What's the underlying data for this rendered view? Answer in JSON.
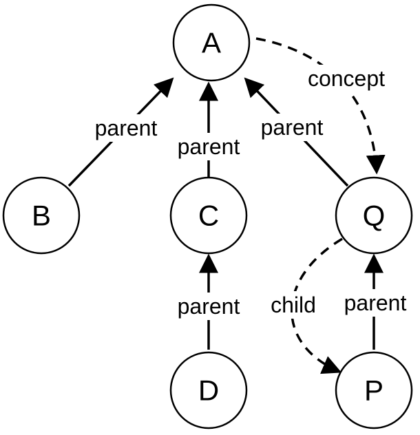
{
  "nodes": {
    "a": "A",
    "b": "B",
    "c": "C",
    "d": "D",
    "q": "Q",
    "p": "P"
  },
  "edges": {
    "b_a": "parent",
    "c_a": "parent",
    "q_a": "parent",
    "d_c": "parent",
    "p_q": "parent",
    "a_q": "concept",
    "q_p": "child"
  },
  "colors": {
    "stroke": "#000000",
    "background": "#ffffff"
  }
}
